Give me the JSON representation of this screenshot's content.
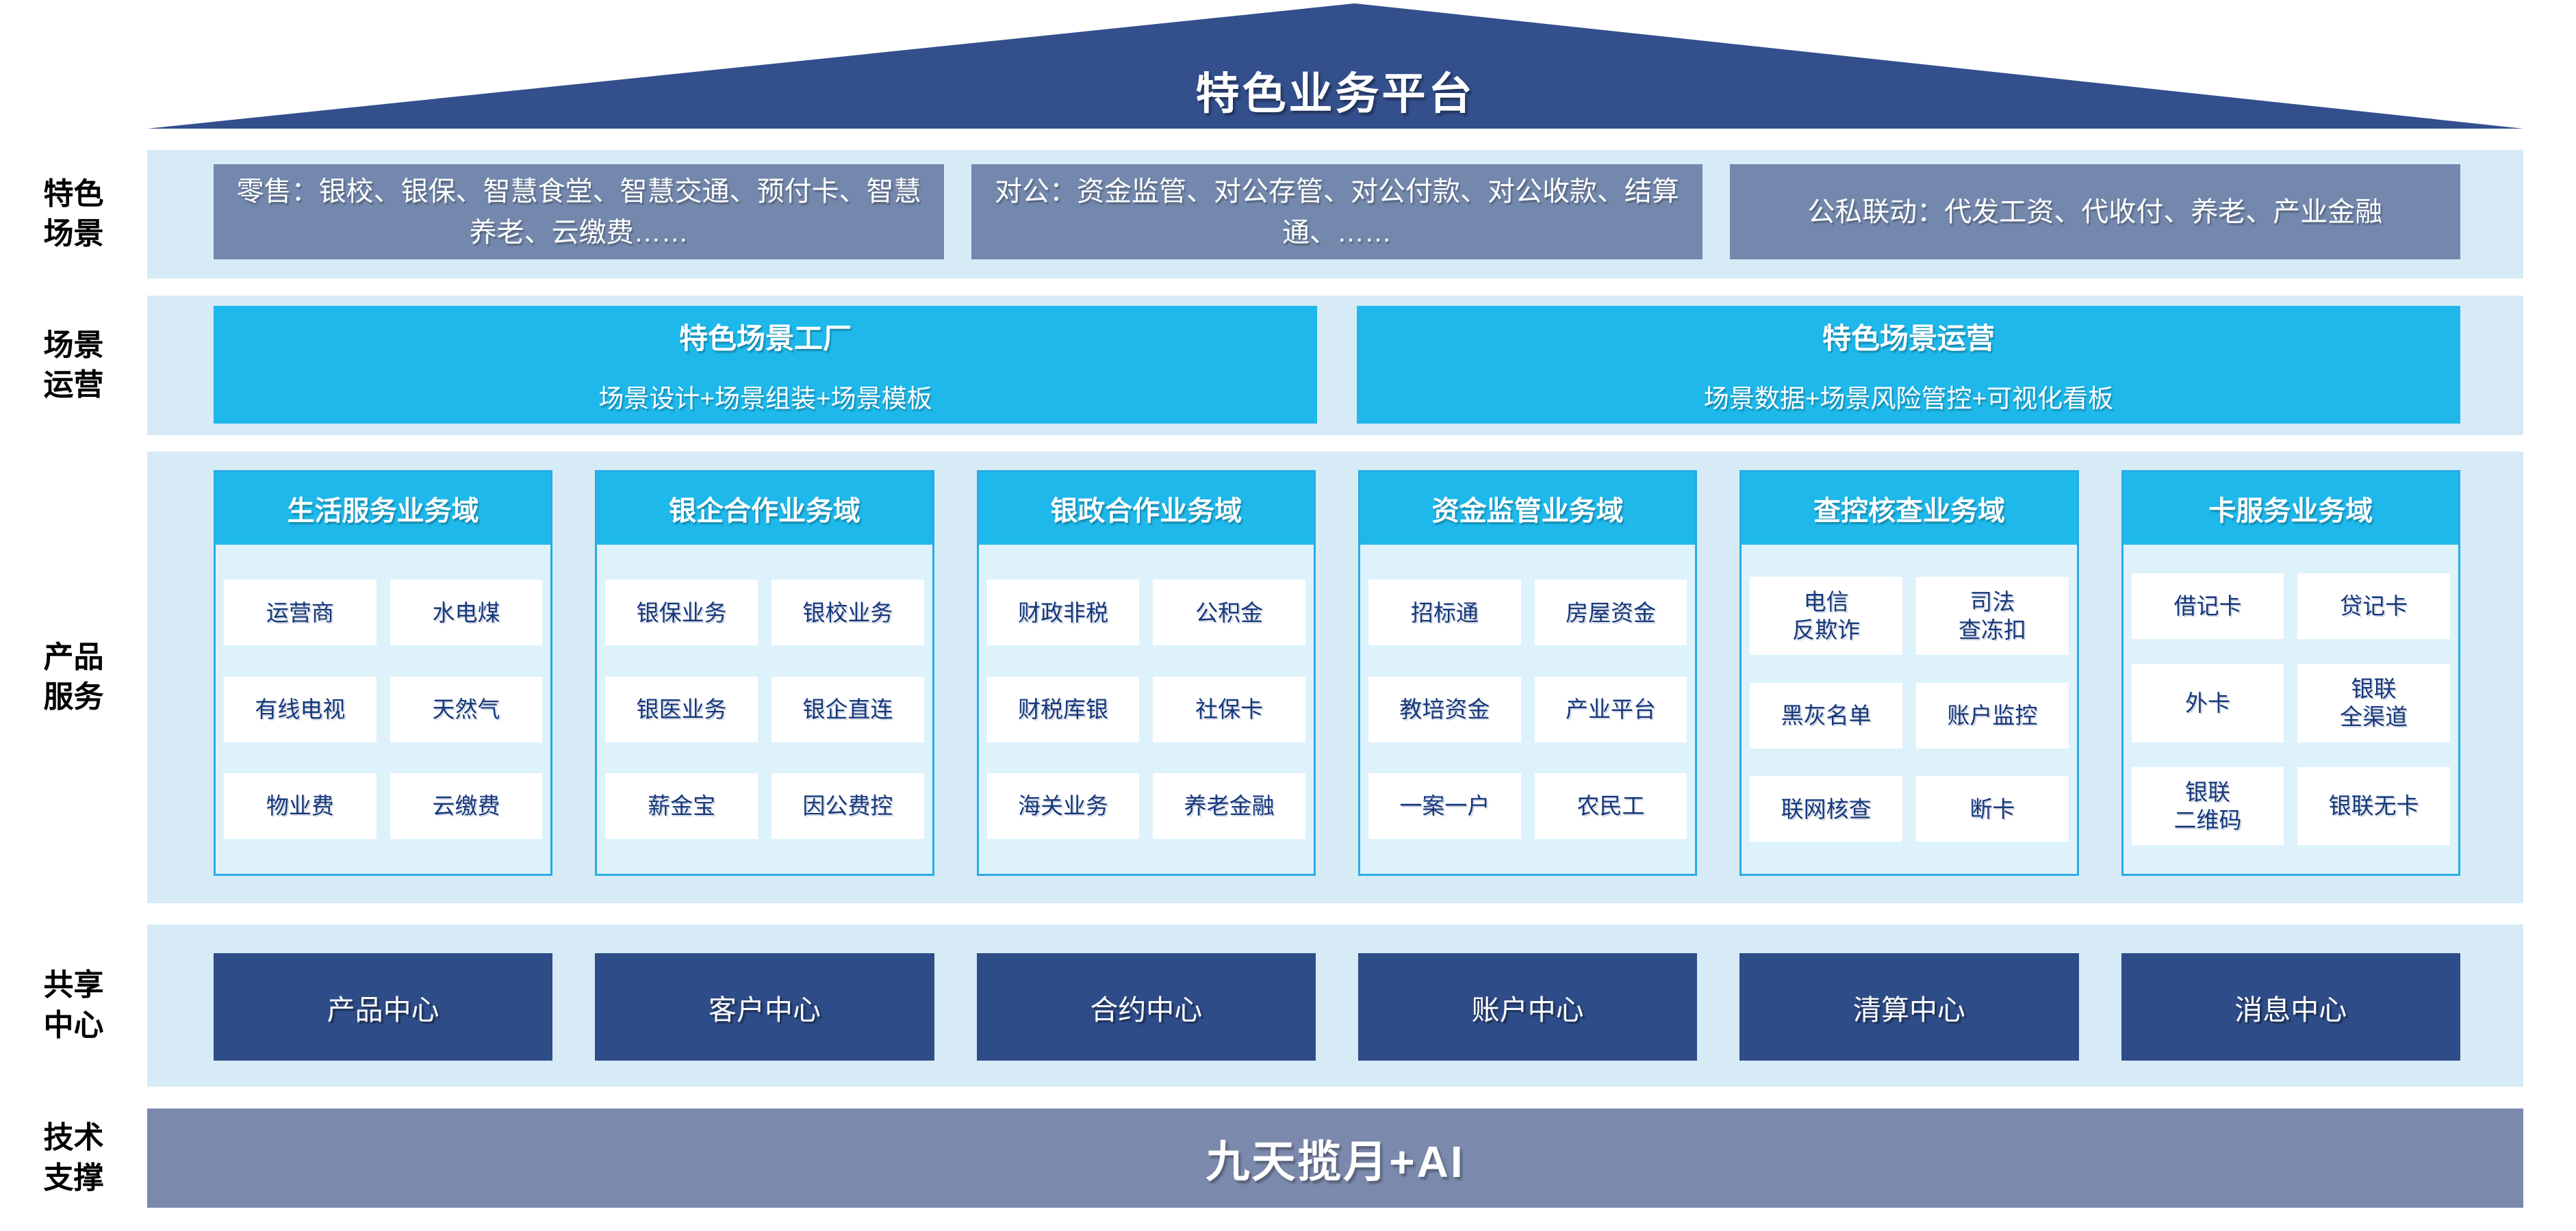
{
  "platform": {
    "title": "特色业务平台"
  },
  "scenes": {
    "label": "特色\n场景",
    "boxes": [
      "零售：银校、银保、智慧食堂、智慧交通、预付卡、智慧养老、云缴费……",
      "对公：资金监管、对公存管、对公付款、对公收款、结算通、……",
      "公私联动：代发工资、代收付、养老、产业金融"
    ]
  },
  "operation": {
    "label": "场景\n运营",
    "boxes": [
      {
        "title": "特色场景工厂",
        "subtitle": "场景设计+场景组装+场景模板"
      },
      {
        "title": "特色场景运营",
        "subtitle": "场景数据+场景风险管控+可视化看板"
      }
    ]
  },
  "products": {
    "label": "产品\n服务",
    "domains": [
      {
        "title": "生活服务业务域",
        "items": [
          "运营商",
          "水电煤",
          "有线电视",
          "天然气",
          "物业费",
          "云缴费"
        ]
      },
      {
        "title": "银企合作业务域",
        "items": [
          "银保业务",
          "银校业务",
          "银医业务",
          "银企直连",
          "薪金宝",
          "因公费控"
        ]
      },
      {
        "title": "银政合作业务域",
        "items": [
          "财政非税",
          "公积金",
          "财税库银",
          "社保卡",
          "海关业务",
          "养老金融"
        ]
      },
      {
        "title": "资金监管业务域",
        "items": [
          "招标通",
          "房屋资金",
          "教培资金",
          "产业平台",
          "一案一户",
          "农民工"
        ]
      },
      {
        "title": "查控核查业务域",
        "items": [
          "电信\n反欺诈",
          "司法\n查冻扣",
          "黑灰名单",
          "账户监控",
          "联网核查",
          "断卡"
        ]
      },
      {
        "title": "卡服务业务域",
        "items": [
          "借记卡",
          "贷记卡",
          "外卡",
          "银联\n全渠道",
          "银联\n二维码",
          "银联无卡"
        ]
      }
    ]
  },
  "sharing": {
    "label": "共享\n中心",
    "centers": [
      "产品中心",
      "客户中心",
      "合约中心",
      "账户中心",
      "清算中心",
      "消息中心"
    ]
  },
  "tech": {
    "label": "技术\n支撑",
    "bar": "九天揽月+AI"
  },
  "colors": {
    "roof": "#334F8C",
    "band": "#D7EBF7",
    "graybox": "#7388AC",
    "cyan": "#1EB8EA",
    "colbg": "#DEF2FB",
    "colborder": "#29ACE3",
    "itemtext": "#16387C",
    "centerbox": "#2E4C87",
    "techbar": "#7B89AC"
  }
}
